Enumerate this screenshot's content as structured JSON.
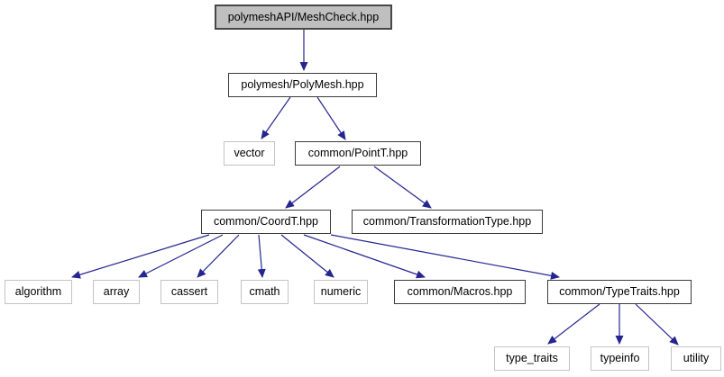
{
  "diagram": {
    "type": "include-dependency-graph",
    "background_color": "#ffffff",
    "edge_color": "#25258f",
    "current_node_fill": "#bfbfbf",
    "node_fill": "#ffffff",
    "project_border_color": "#3c3c3c",
    "system_border_color": "#c3c3c3",
    "text_color": "#000000"
  },
  "nodes": [
    {
      "id": "meshcheck",
      "label": "polymeshAPI/MeshCheck.hpp",
      "kind": "current"
    },
    {
      "id": "polymesh",
      "label": "polymesh/PolyMesh.hpp",
      "kind": "project"
    },
    {
      "id": "vector",
      "label": "vector",
      "kind": "system"
    },
    {
      "id": "pointt",
      "label": "common/PointT.hpp",
      "kind": "project"
    },
    {
      "id": "coordt",
      "label": "common/CoordT.hpp",
      "kind": "project"
    },
    {
      "id": "transformationtype",
      "label": "common/TransformationType.hpp",
      "kind": "project"
    },
    {
      "id": "algorithm",
      "label": "algorithm",
      "kind": "system"
    },
    {
      "id": "array",
      "label": "array",
      "kind": "system"
    },
    {
      "id": "cassert",
      "label": "cassert",
      "kind": "system"
    },
    {
      "id": "cmath",
      "label": "cmath",
      "kind": "system"
    },
    {
      "id": "numeric",
      "label": "numeric",
      "kind": "system"
    },
    {
      "id": "macros",
      "label": "common/Macros.hpp",
      "kind": "project"
    },
    {
      "id": "typetraits",
      "label": "common/TypeTraits.hpp",
      "kind": "project"
    },
    {
      "id": "type_traits",
      "label": "type_traits",
      "kind": "system"
    },
    {
      "id": "typeinfo",
      "label": "typeinfo",
      "kind": "system"
    },
    {
      "id": "utility",
      "label": "utility",
      "kind": "system"
    }
  ],
  "edges": [
    {
      "from": "meshcheck",
      "to": "polymesh"
    },
    {
      "from": "polymesh",
      "to": "vector"
    },
    {
      "from": "polymesh",
      "to": "pointt"
    },
    {
      "from": "pointt",
      "to": "coordt"
    },
    {
      "from": "pointt",
      "to": "transformationtype"
    },
    {
      "from": "coordt",
      "to": "algorithm"
    },
    {
      "from": "coordt",
      "to": "array"
    },
    {
      "from": "coordt",
      "to": "cassert"
    },
    {
      "from": "coordt",
      "to": "cmath"
    },
    {
      "from": "coordt",
      "to": "numeric"
    },
    {
      "from": "coordt",
      "to": "macros"
    },
    {
      "from": "coordt",
      "to": "typetraits"
    },
    {
      "from": "typetraits",
      "to": "type_traits"
    },
    {
      "from": "typetraits",
      "to": "typeinfo"
    },
    {
      "from": "typetraits",
      "to": "utility"
    }
  ]
}
